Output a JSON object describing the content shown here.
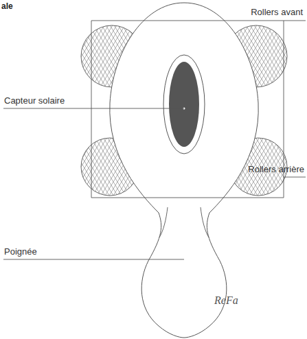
{
  "diagram": {
    "title": "ale",
    "labels": [
      "Rollers avant",
      "Capteur solaire",
      "Rollers arrière",
      "Poignée",
      "ReFa"
    ]
  }
}
